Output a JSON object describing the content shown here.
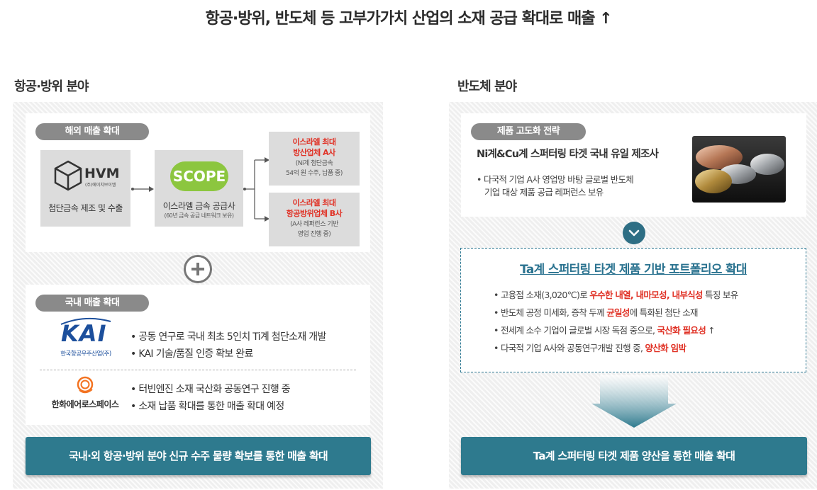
{
  "main_title": "항공·방위, 반도체 등 고부가가치 산업의 소재 공급 확대로 매출 ↑",
  "left": {
    "section_title": "항공·방위 분야",
    "overseas": {
      "pill": "해외 매출 확대",
      "hvm": {
        "logo_text": "HVM",
        "logo_sub": "(주)에이치브이엠",
        "label": "첨단금속 제조 및 수출"
      },
      "scope": {
        "logo_text": "SCOPE",
        "label": "이스라엘 금속 공급사",
        "sub": "(60년 금속 공급 네트워크 보유)"
      },
      "target_a": {
        "title_1": "이스라엘 최대",
        "title_2": "방산업체 A사",
        "note_1": "(Ni계 첨단금속",
        "note_2": "54억 원 수주, 납품 중)"
      },
      "target_b": {
        "title_1": "이스라엘 최대",
        "title_2": "항공방위업체 B사",
        "note_1": "(A사 레퍼런스 기반",
        "note_2": "영업 진행 중)"
      }
    },
    "domestic": {
      "pill": "국내 매출 확대",
      "kai": {
        "logo_text": "KAI",
        "logo_sub": "한국항공우주산업(주)",
        "bullets": [
          "공동 연구로 국내 최초 5인치 Ti계 첨단소재 개발",
          "KAI 기술/품질 인증 확보 완료"
        ]
      },
      "hanwha": {
        "logo_text": "한화에어로스페이스",
        "bullets": [
          "터빈엔진 소재 국산화 공동연구 진행 중",
          "소재 납품 확대를 통한 매출 확대 예정"
        ]
      }
    },
    "banner": "국내·외 항공·방위 분야 신규 수주 물량 확보를 통한 매출 확대"
  },
  "right": {
    "section_title": "반도체 분야",
    "strategy": {
      "pill": "제품 고도화 전략",
      "headline": "Ni계&Cu계 스퍼터링 타겟 국내 유일 제조사",
      "bullet_1": "다국적 기업 A사 영업망 바탕 글로벌 반도체",
      "bullet_2": "기업 대상 제품 공급 레퍼런스 보유"
    },
    "portfolio": {
      "title": "Ta계 스퍼터링 타겟 제품 기반 포트폴리오 확대",
      "items": [
        {
          "pre": "고융점 소재(3,020℃)로 ",
          "red": "우수한 내열, 내마모성, 내부식성",
          "post": " 특징 보유"
        },
        {
          "pre": "반도체 공정 미세화, 증착 두께 ",
          "red": "균일성",
          "post": "에 특화된 첨단 소재"
        },
        {
          "pre": "전세계 소수 기업이 글로벌 시장 독점 중으로, ",
          "red": "국산화 필요성",
          "post": " ↑"
        },
        {
          "pre": "다국적 기업 A사와 공동연구개발 진행 중, ",
          "red": "양산화 임박",
          "post": ""
        }
      ]
    },
    "banner": "Ta계 스퍼터링 타겟 제품 양산을 통한 매출 확대"
  },
  "colors": {
    "accent_teal": "#2e7a8e",
    "highlight_red": "#e03226",
    "pill_gray": "#8a8a8a"
  }
}
